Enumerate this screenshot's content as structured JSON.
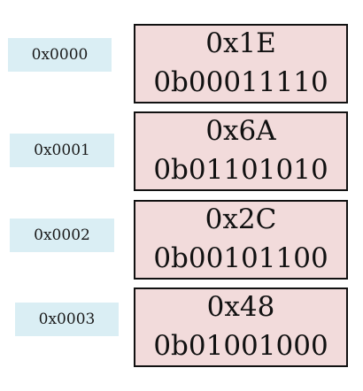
{
  "memory": {
    "rows": [
      {
        "address": "0x0000",
        "hex": "0x1E",
        "binary": "0b00011110"
      },
      {
        "address": "0x0001",
        "hex": "0x6A",
        "binary": "0b01101010"
      },
      {
        "address": "0x0002",
        "hex": "0x2C",
        "binary": "0b00101100"
      },
      {
        "address": "0x0003",
        "hex": "0x48",
        "binary": "0b01001000"
      }
    ]
  },
  "colors": {
    "address_bg": "#daeef4",
    "cell_bg": "#f2dbdb",
    "border": "#111111"
  }
}
